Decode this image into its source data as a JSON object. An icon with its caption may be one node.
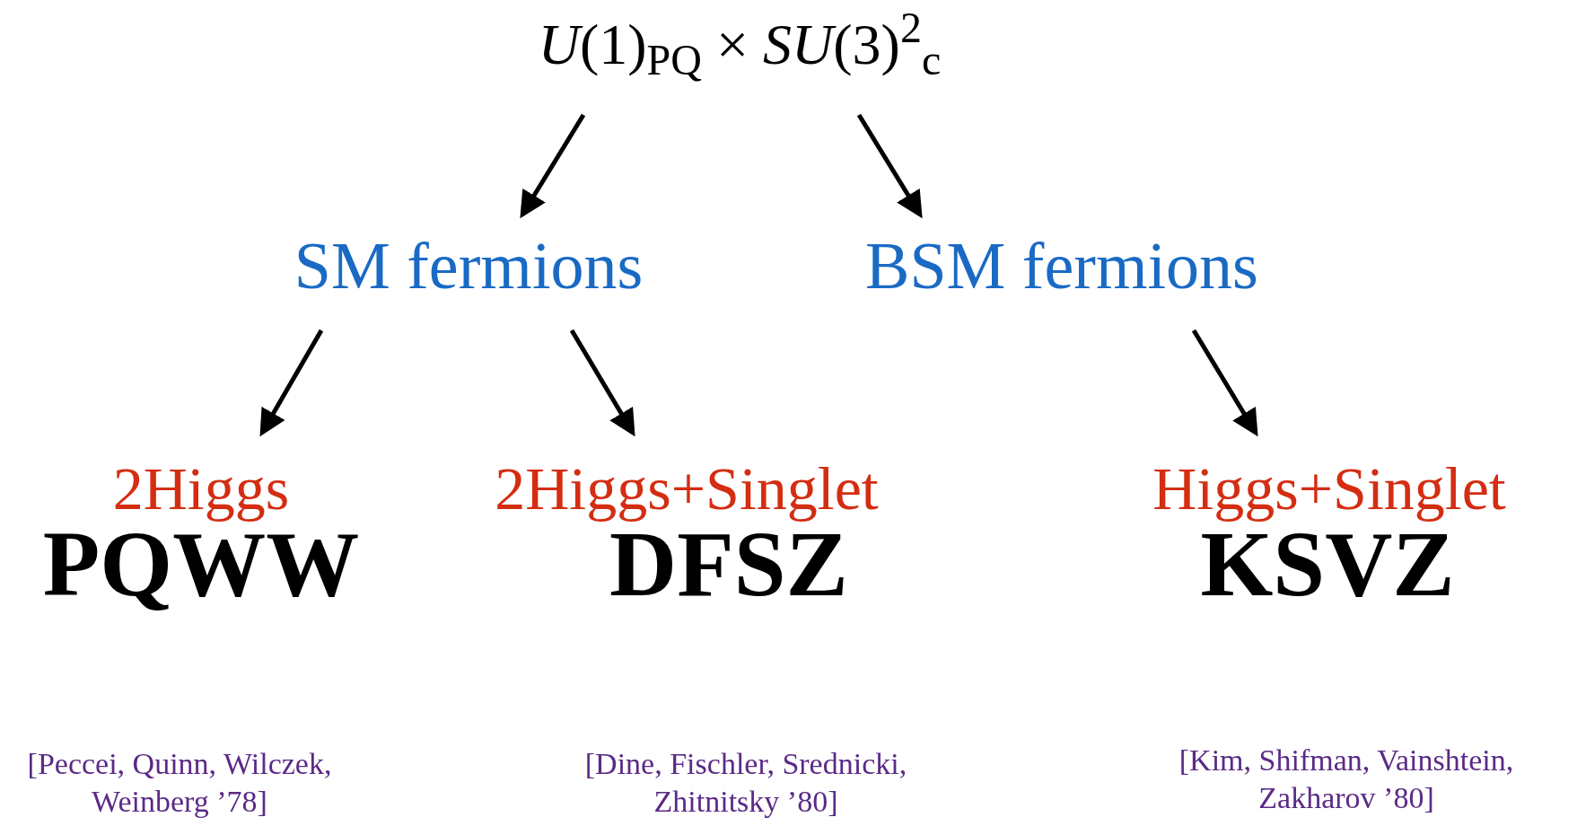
{
  "diagram": {
    "nodes": [
      {
        "text": [
          "*U*(1)$_{PQ}$ × *SU*(3)$^{2}$$_{c}$"
        ]
      },
      {
        "text": [
          "SM fermions"
        ]
      },
      {
        "text": [
          "BSM fermions"
        ]
      },
      {
        "text": [
          "2Higgs"
        ]
      },
      {
        "text": [
          "2Higgs+Singlet"
        ]
      },
      {
        "text": [
          "Higgs+Singlet"
        ]
      }
    ],
    "edges": [
      {
        "from": 0,
        "to": 1,
        "arrow": "to"
      },
      {
        "from": 0,
        "to": 2,
        "arrow": "to"
      },
      {
        "from": 1,
        "to": 3,
        "arrow": "to"
      },
      {
        "from": 1,
        "to": 4,
        "arrow": "to"
      },
      {
        "from": 2,
        "to": 5,
        "arrow": "to"
      }
    ],
    "labels": [
      "PQWW",
      "DFSZ",
      "KSVZ",
      "[Peccei, Quinn, Wilczek, Weinberg ’78]",
      "[Dine, Fischler, Srednicki, Zhitnitsky ’80]",
      "[Kim, Shifman, Vainshtein, Zakharov ’80]"
    ]
  }
}
